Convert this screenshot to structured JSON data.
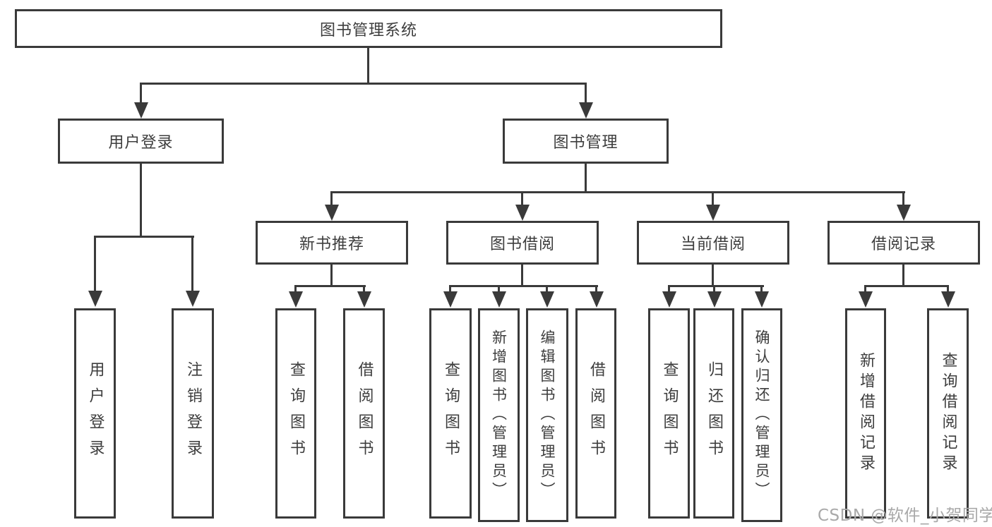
{
  "tree": {
    "root": {
      "label": "图书管理系统"
    },
    "level2": [
      {
        "label": "用户登录"
      },
      {
        "label": "图书管理"
      }
    ],
    "level3": [
      {
        "label": "新书推荐"
      },
      {
        "label": "图书借阅"
      },
      {
        "label": "当前借阅"
      },
      {
        "label": "借阅记录"
      }
    ],
    "leaves": {
      "login": [
        "用户登录",
        "注销登录"
      ],
      "recommend": [
        "查询图书",
        "借阅图书"
      ],
      "borrow": [
        "查询图书",
        "新增图书（管理员）",
        "编辑图书（管理员）",
        "借阅图书"
      ],
      "current": [
        "查询图书",
        "归还图书",
        "确认归还（管理员）"
      ],
      "records": [
        "新增借阅记录",
        "查询借阅记录"
      ]
    }
  },
  "watermark": "CSDN @软件_小贺同学",
  "colors": {
    "line": "#3a3a3a",
    "text": "#3d3d3d",
    "watermark": "#a9a9a9",
    "background": "#ffffff"
  }
}
